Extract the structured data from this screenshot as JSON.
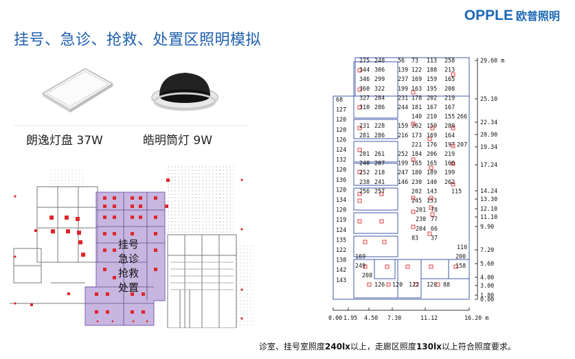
{
  "header": {
    "title": "挂号、急诊、抢救、处置区照明模拟",
    "brand_latin": "OPPLE",
    "brand_cn": "欧普照明",
    "brand_color": "#1b67b4"
  },
  "products": [
    {
      "name": "朗逸灯盘 37W",
      "icon": "panel-light-icon"
    },
    {
      "name": "皓明筒灯 9W",
      "icon": "downlight-icon"
    }
  ],
  "floor_plan": {
    "zone_label_lines": [
      "挂号",
      "急诊",
      "抢救",
      "处置"
    ],
    "highlight_color": "#a98fd0"
  },
  "simulation": {
    "y_ticks": [
      "29.60 m",
      "25.10",
      "22.34",
      "20.90",
      "19.34",
      "17.24",
      "14.24",
      "13.30",
      "12.10",
      "11.10",
      "9.90",
      "7.20",
      "5.60",
      "4.00",
      "3.00",
      "1.80",
      "0.00"
    ],
    "x_ticks": [
      "0.00",
      "1.95",
      "4.50",
      "7.30",
      "11.12",
      "16.20 m"
    ],
    "left_column": [
      "68",
      "127",
      "120",
      "120",
      "126",
      "124",
      "132",
      "120",
      "136",
      "120",
      "134",
      "120",
      "119",
      "124",
      "135",
      "122",
      "138",
      "142",
      "143"
    ],
    "rows": [
      [
        "275",
        "248",
        "56",
        "73",
        "113",
        "258"
      ],
      [
        "344",
        "306",
        "139",
        "122",
        "188",
        "213"
      ],
      [
        "346",
        "299",
        "237",
        "169",
        "159",
        "165"
      ],
      [
        "360",
        "322",
        "199",
        "163",
        "195",
        "208"
      ],
      [
        "327",
        "284",
        "231",
        "178",
        "202",
        "219"
      ],
      [
        "310",
        "286",
        "244",
        "181",
        "167",
        "167"
      ],
      [
        "140",
        "210",
        "155",
        "266"
      ],
      [
        "231",
        "228",
        "159",
        "262",
        "159",
        "289"
      ],
      [
        "281",
        "286",
        "216",
        "173",
        "169",
        "164"
      ],
      [
        "221",
        "176",
        "197",
        "207"
      ],
      [
        "281",
        "261",
        "252",
        "184",
        "206",
        "219"
      ],
      [
        "240",
        "207",
        "199",
        "165",
        "165",
        "166"
      ],
      [
        "252",
        "218",
        "247",
        "180",
        "189",
        "199"
      ],
      [
        "238",
        "241",
        "146",
        "230",
        "140",
        "262"
      ],
      [
        "256",
        "257",
        "202",
        "143",
        "115"
      ],
      [
        "245",
        "153"
      ],
      [
        "201",
        "78"
      ],
      [
        "230",
        "77"
      ],
      [
        "204",
        "66"
      ],
      [
        "83",
        "37"
      ],
      [
        "110"
      ],
      [
        "169",
        "200"
      ],
      [
        "249",
        "158"
      ],
      [
        "208"
      ],
      [
        "126",
        "120",
        "122",
        "120",
        "88"
      ]
    ]
  },
  "footnote": {
    "part1": "诊室、挂号室照度",
    "value1": "240lx",
    "part2": "以上，走廊区照度",
    "value2": "130lx",
    "part3": "以上符合照度要求。"
  }
}
